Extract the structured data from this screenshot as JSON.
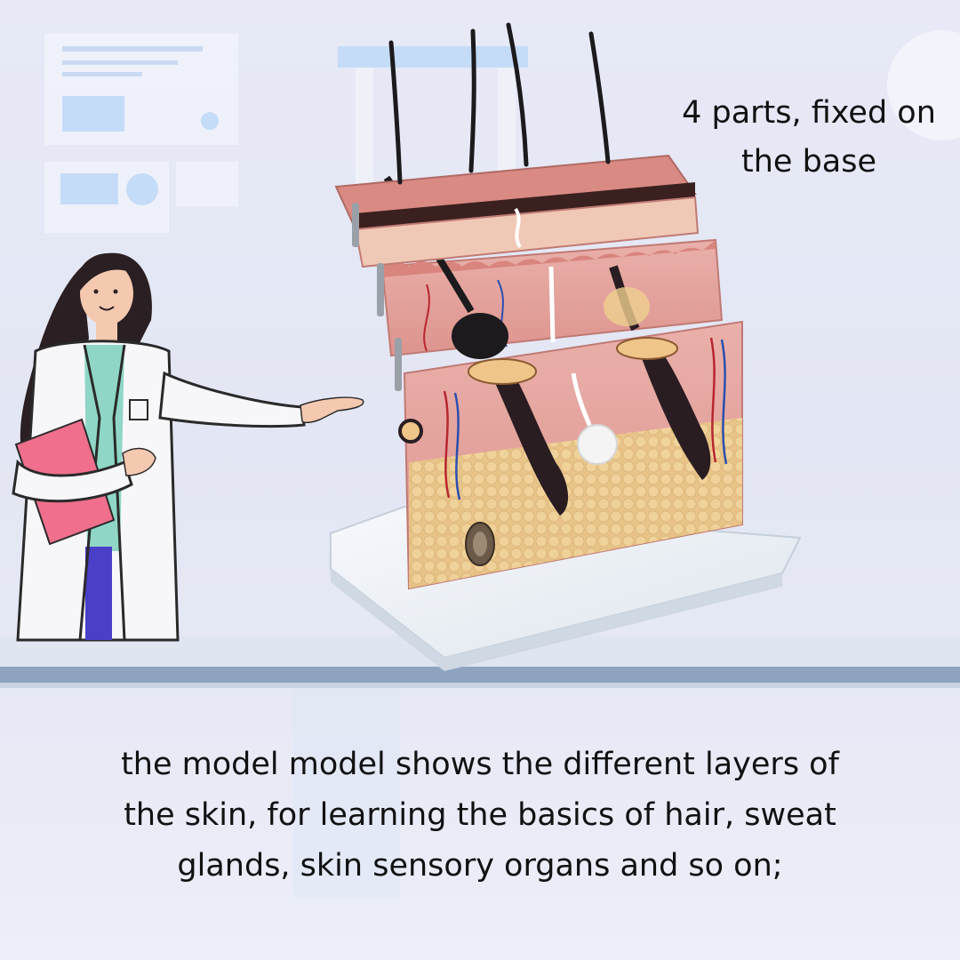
{
  "headline": {
    "line1": "4 parts, fixed on",
    "line2": "the base"
  },
  "caption": {
    "line1": "the model model shows the different layers of",
    "line2": "the skin, for learning the basics of hair, sweat",
    "line3": "glands, skin sensory organs and so on;"
  },
  "colors": {
    "background": "#e6e8f5",
    "skin_pink": "#e8a6a0",
    "fat_yellow": "#efd48a",
    "hair": "#1c1a1c",
    "lab_coat": "#f7f7fa",
    "folder": "#ef6f8c",
    "base": "#eef2f7",
    "text": "#111111"
  },
  "icons": [
    "doctor-illustration",
    "skin-model",
    "background-card-ui"
  ]
}
